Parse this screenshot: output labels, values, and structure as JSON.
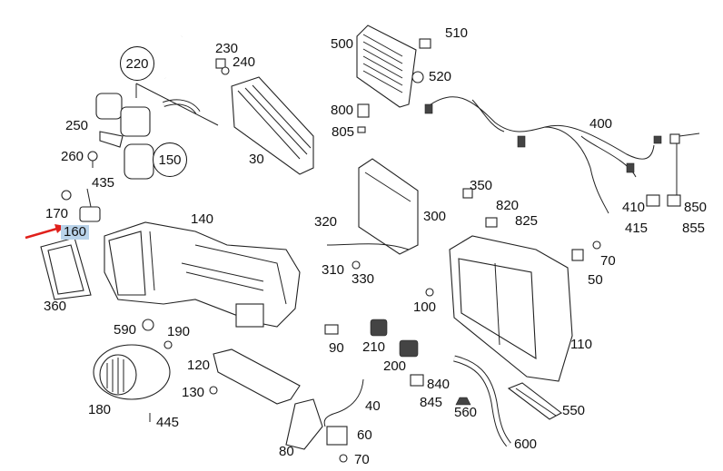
{
  "labels": {
    "p500": "500",
    "p510": "510",
    "p520": "520",
    "p800": "800",
    "p805": "805",
    "p400": "400",
    "p230": "230",
    "p240": "240",
    "p30": "30",
    "p250": "250",
    "p260": "260",
    "p435": "435",
    "p170": "170",
    "p160": "160",
    "p140": "140",
    "p360": "360",
    "p320": "320",
    "p300": "300",
    "p310": "310",
    "p330": "330",
    "p350": "350",
    "p820": "820",
    "p825": "825",
    "p410": "410",
    "p850": "850",
    "p415": "415",
    "p855": "855",
    "p70a": "70",
    "p50": "50",
    "p100": "100",
    "p590": "590",
    "p190": "190",
    "p90": "90",
    "p210": "210",
    "p110": "110",
    "p200": "200",
    "p840": "840",
    "p845": "845",
    "p120": "120",
    "p130": "130",
    "p180": "180",
    "p445": "445",
    "p40": "40",
    "p560": "560",
    "p550": "550",
    "p60": "60",
    "p80": "80",
    "p70b": "70",
    "p600": "600"
  },
  "callouts": {
    "c220": "220",
    "c150": "150"
  },
  "highlight": {
    "part": "160",
    "color": "#b9d3ea",
    "arrow_color": "#e0201b"
  }
}
